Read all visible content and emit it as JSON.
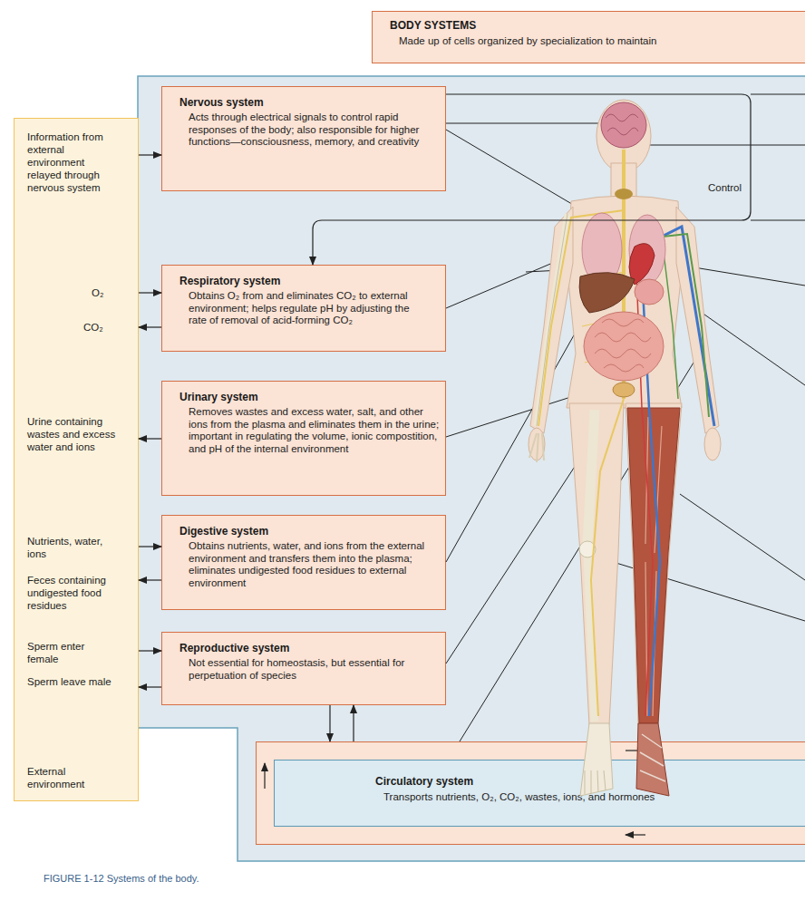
{
  "diagram": {
    "caption": "FIGURE 1-12 Systems of the body.",
    "nodes": [
      {
        "text": [
          "BODY SYSTEMS",
          "Made up of cells organized by specialization to maintain"
        ]
      },
      {
        "text": [
          "External environment"
        ]
      },
      {
        "text": [
          "Nervous system",
          "Acts through electrical signals to control rapid responses of the body; also responsible for higher functions—consciousness, memory, and creativity"
        ]
      },
      {
        "text": [
          "Respiratory system",
          "Obtains O₂ from and eliminates CO₂ to external environment; helps regulate pH by adjusting the rate of removal of acid-forming CO₂"
        ]
      },
      {
        "text": [
          "Urinary system",
          "Removes wastes and excess water, salt, and other ions from the plasma and eliminates them in the urine; important in regulating the volume, ionic compostition, and pH of the internal environment"
        ]
      },
      {
        "text": [
          "Digestive system",
          "Obtains nutrients, water, and ions from the external environment and transfers them into the plasma; eliminates undigested food residues to external environment"
        ]
      },
      {
        "text": [
          "Reproductive system",
          "Not essential for homeostasis, but essential for perpetuation of species"
        ]
      },
      {
        "text": [
          "Circulatory system",
          "Transports nutrients, O₂, CO₂, wastes, ions, and hormones"
        ]
      }
    ],
    "edges": [
      {
        "from": 1,
        "to": 2,
        "arrow": "to",
        "label": "Information from external environment relayed through nervous system"
      },
      {
        "from": 2,
        "to": 3,
        "arrow": "to",
        "label": "Control"
      },
      {
        "from": 1,
        "to": 3,
        "arrow": "to",
        "label": "O₂"
      },
      {
        "from": 3,
        "to": 1,
        "arrow": "to",
        "label": "CO₂"
      },
      {
        "from": 4,
        "to": 1,
        "arrow": "to",
        "label": "Urine containing wastes and excess water and ions"
      },
      {
        "from": 1,
        "to": 5,
        "arrow": "to",
        "label": "Nutrients, water, ions"
      },
      {
        "from": 5,
        "to": 1,
        "arrow": "to",
        "label": "Feces containing undigested food residues"
      },
      {
        "from": 1,
        "to": 6,
        "arrow": "to",
        "label": "Sperm enter female"
      },
      {
        "from": 6,
        "to": 1,
        "arrow": "to",
        "label": "Sperm leave male"
      },
      {
        "from": 6,
        "to": 7,
        "arrow": "to"
      },
      {
        "from": 7,
        "to": 6,
        "arrow": "to"
      }
    ]
  }
}
